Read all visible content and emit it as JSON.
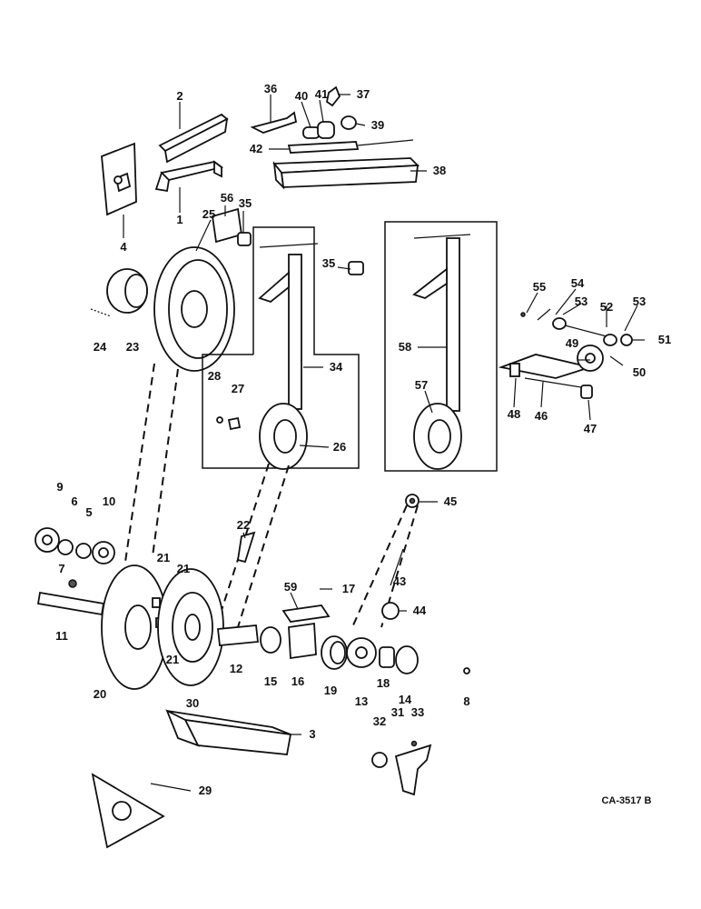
{
  "diagram": {
    "drawing_code": "CA-3517 B",
    "parts": [
      {
        "id": "p1",
        "number": "1"
      },
      {
        "id": "p2",
        "number": "2"
      },
      {
        "id": "p3",
        "number": "3"
      },
      {
        "id": "p4",
        "number": "4"
      },
      {
        "id": "p5",
        "number": "5"
      },
      {
        "id": "p6",
        "number": "6"
      },
      {
        "id": "p7",
        "number": "7"
      },
      {
        "id": "p8",
        "number": "8"
      },
      {
        "id": "p9",
        "number": "9"
      },
      {
        "id": "p10",
        "number": "10"
      },
      {
        "id": "p11",
        "number": "11"
      },
      {
        "id": "p12",
        "number": "12"
      },
      {
        "id": "p13",
        "number": "13"
      },
      {
        "id": "p14",
        "number": "14"
      },
      {
        "id": "p15",
        "number": "15"
      },
      {
        "id": "p16",
        "number": "16"
      },
      {
        "id": "p17",
        "number": "17"
      },
      {
        "id": "p18",
        "number": "18"
      },
      {
        "id": "p19",
        "number": "19"
      },
      {
        "id": "p20",
        "number": "20"
      },
      {
        "id": "p21a",
        "number": "21"
      },
      {
        "id": "p21b",
        "number": "21"
      },
      {
        "id": "p21c",
        "number": "21"
      },
      {
        "id": "p22",
        "number": "22"
      },
      {
        "id": "p23",
        "number": "23"
      },
      {
        "id": "p24",
        "number": "24"
      },
      {
        "id": "p25",
        "number": "25"
      },
      {
        "id": "p26",
        "number": "26"
      },
      {
        "id": "p27",
        "number": "27"
      },
      {
        "id": "p28",
        "number": "28"
      },
      {
        "id": "p29",
        "number": "29"
      },
      {
        "id": "p30",
        "number": "30"
      },
      {
        "id": "p31",
        "number": "31"
      },
      {
        "id": "p32",
        "number": "32"
      },
      {
        "id": "p33",
        "number": "33"
      },
      {
        "id": "p34",
        "number": "34"
      },
      {
        "id": "p35a",
        "number": "35"
      },
      {
        "id": "p35b",
        "number": "35"
      },
      {
        "id": "p36",
        "number": "36"
      },
      {
        "id": "p37",
        "number": "37"
      },
      {
        "id": "p38",
        "number": "38"
      },
      {
        "id": "p39",
        "number": "39"
      },
      {
        "id": "p40",
        "number": "40"
      },
      {
        "id": "p41",
        "number": "41"
      },
      {
        "id": "p42",
        "number": "42"
      },
      {
        "id": "p43",
        "number": "43"
      },
      {
        "id": "p44",
        "number": "44"
      },
      {
        "id": "p45",
        "number": "45"
      },
      {
        "id": "p46",
        "number": "46"
      },
      {
        "id": "p47",
        "number": "47"
      },
      {
        "id": "p48",
        "number": "48"
      },
      {
        "id": "p49",
        "number": "49"
      },
      {
        "id": "p50",
        "number": "50"
      },
      {
        "id": "p51",
        "number": "51"
      },
      {
        "id": "p52",
        "number": "52"
      },
      {
        "id": "p53a",
        "number": "53"
      },
      {
        "id": "p53b",
        "number": "53"
      },
      {
        "id": "p54",
        "number": "54"
      },
      {
        "id": "p55",
        "number": "55"
      },
      {
        "id": "p56",
        "number": "56"
      },
      {
        "id": "p57",
        "number": "57"
      },
      {
        "id": "p58",
        "number": "58"
      },
      {
        "id": "p59",
        "number": "59"
      }
    ]
  }
}
